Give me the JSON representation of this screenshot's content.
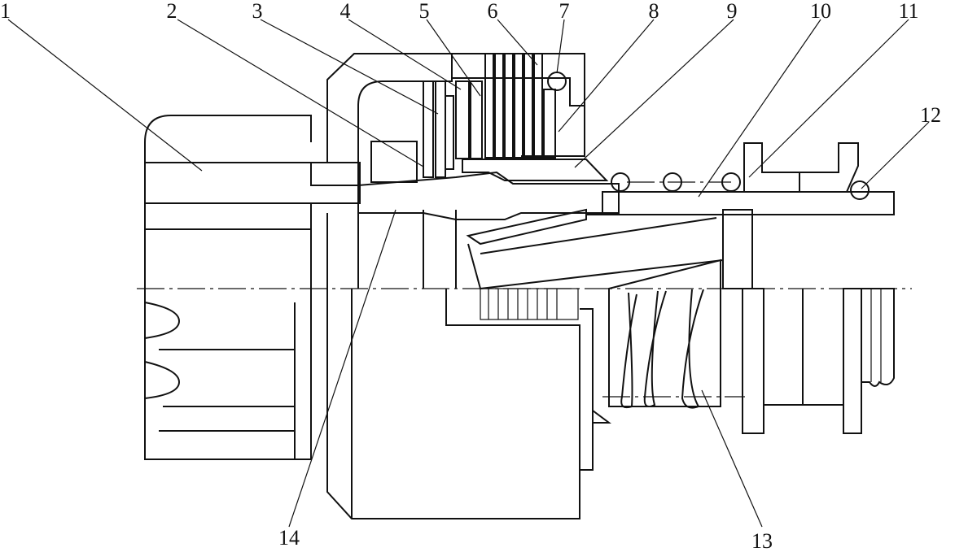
{
  "figure": {
    "callouts": [
      {
        "id": "callout-1",
        "label": "1"
      },
      {
        "id": "callout-2",
        "label": "2"
      },
      {
        "id": "callout-3",
        "label": "3"
      },
      {
        "id": "callout-4",
        "label": "4"
      },
      {
        "id": "callout-5",
        "label": "5"
      },
      {
        "id": "callout-6",
        "label": "6"
      },
      {
        "id": "callout-7",
        "label": "7"
      },
      {
        "id": "callout-8",
        "label": "8"
      },
      {
        "id": "callout-9",
        "label": "9"
      },
      {
        "id": "callout-10",
        "label": "10"
      },
      {
        "id": "callout-11",
        "label": "11"
      },
      {
        "id": "callout-12",
        "label": "12"
      },
      {
        "id": "callout-13",
        "label": "13"
      },
      {
        "id": "callout-14",
        "label": "14"
      }
    ]
  },
  "colors": {
    "ink": "#111111",
    "paper": "#ffffff"
  }
}
